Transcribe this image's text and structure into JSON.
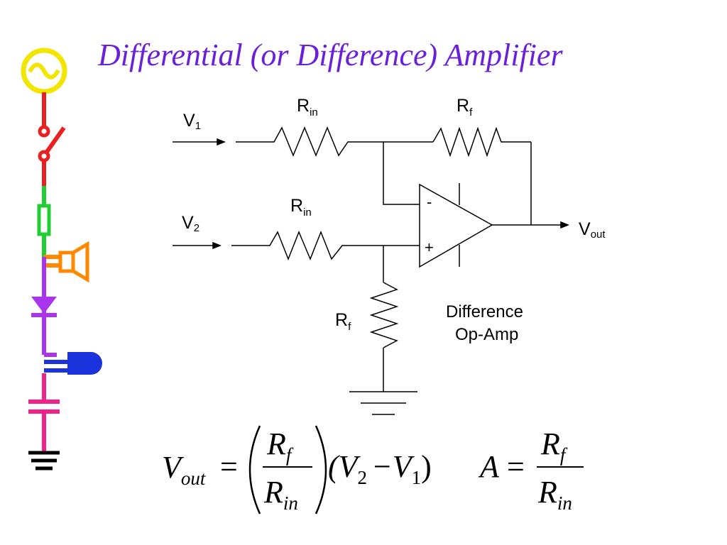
{
  "title": "Differential (or Difference) Amplifier",
  "inputs": {
    "v1": {
      "main": "V",
      "sub": "1"
    },
    "v2": {
      "main": "V",
      "sub": "2"
    }
  },
  "output": {
    "main": "V",
    "sub": "out"
  },
  "resistors": {
    "rin_top": {
      "main": "R",
      "sub": "in"
    },
    "rf_top": {
      "main": "R",
      "sub": "f"
    },
    "rin_bottom": {
      "main": "R",
      "sub": "in"
    },
    "rf_bottom": {
      "main": "R",
      "sub": "f"
    }
  },
  "opamp": {
    "minus": "-",
    "plus": "+",
    "caption_line1": "Difference",
    "caption_line2": "Op-Amp"
  },
  "equation1": {
    "lhs": "V",
    "lhs_sub": "out",
    "equals": "=",
    "num": "R",
    "num_sub": "f",
    "den": "R",
    "den_sub": "in",
    "open": "(V",
    "v2_sub": "2",
    "minus": "−V",
    "v1_sub": "1",
    "close": ")"
  },
  "equation2": {
    "lhs": "A",
    "equals": "=",
    "num": "R",
    "num_sub": "f",
    "den": "R",
    "den_sub": "in"
  },
  "colors": {
    "title": "#6a1fd8",
    "source": "#f2e600",
    "switch": "#e82020",
    "fuse": "#22cc33",
    "speaker": "#ff8800",
    "diode": "#aa33ee",
    "led": "#1a33dd",
    "capacitor": "#ee2288",
    "ground": "#000000"
  },
  "icons": [
    "ac-source-icon",
    "switch-icon",
    "fuse-icon",
    "speaker-icon",
    "diode-icon",
    "led-icon",
    "capacitor-icon",
    "ground-icon"
  ]
}
